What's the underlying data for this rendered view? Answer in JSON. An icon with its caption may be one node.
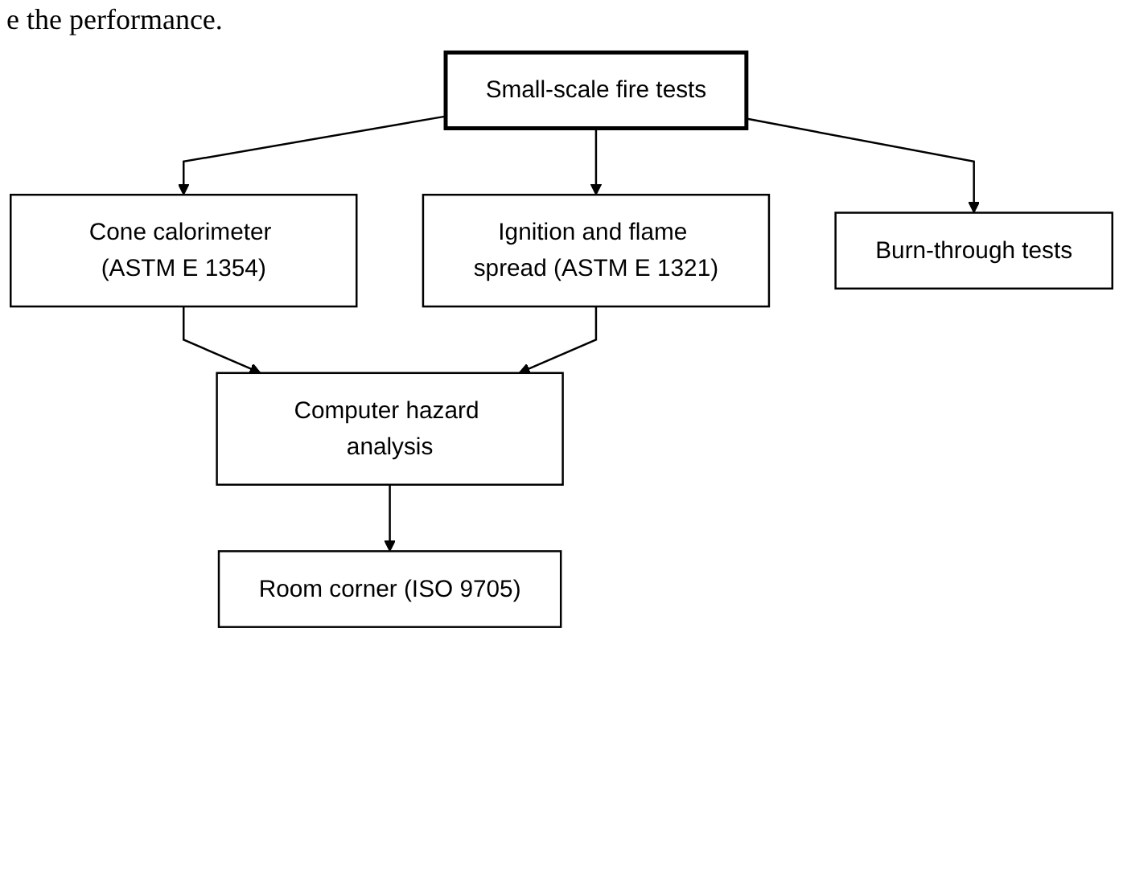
{
  "diagram": {
    "nodes": [
      {
        "text": [
          "Small-scale fire tests"
        ]
      },
      {
        "text": [
          "Cone calorimeter (ASTM E 1354)"
        ]
      },
      {
        "text": [
          "Ignition and flame spread (ASTM E 1321)"
        ]
      },
      {
        "text": [
          "Burn-through tests"
        ]
      },
      {
        "text": [
          "Computer hazard analysis"
        ]
      },
      {
        "text": [
          "Room corner (ISO 9705)"
        ]
      }
    ],
    "edges": [
      {
        "from": 0,
        "to": 1,
        "arrow": "to"
      },
      {
        "from": 0,
        "to": 2,
        "arrow": "to"
      },
      {
        "from": 0,
        "to": 3,
        "arrow": "to"
      },
      {
        "from": 1,
        "to": 4,
        "arrow": "to"
      },
      {
        "from": 2,
        "to": 4,
        "arrow": "to"
      },
      {
        "from": 4,
        "to": 5,
        "arrow": "to"
      }
    ],
    "labels": [
      "e the performance."
    ]
  }
}
